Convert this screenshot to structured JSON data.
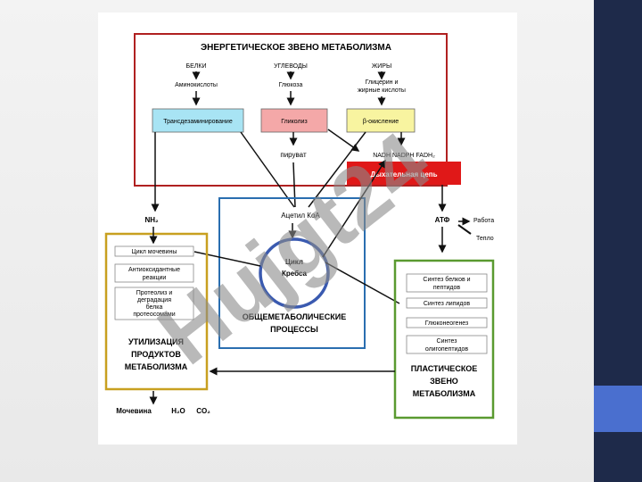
{
  "diagram": {
    "energy_title": "ЭНЕРГЕТИЧЕСКОЕ ЗВЕНО МЕТАБОЛИЗМА",
    "col_proteins": "БЕЛКИ",
    "col_carbs": "УГЛЕВОДЫ",
    "col_fats": "ЖИРЫ",
    "amino_acids": "Аминокислоты",
    "glucose": "Глюкоза",
    "glycerol_1": "Глицерин и",
    "glycerol_2": "жирные кислоты",
    "transdeamination": "Трансдезаминирование",
    "glycolysis": "Гликолиз",
    "beta_oxidation": "β-окисление",
    "pyruvate": "пируват",
    "nadh": "NADH NADPH FADH₂",
    "respiratory_chain": "Дыхательная цепь",
    "nh2": "NH₂",
    "acetyl_coa": "Ацетил КоА",
    "atp": "АТФ",
    "work": "Работа",
    "heat": "Тепло",
    "urea_cycle": "Цикл мочевины",
    "antioxidant_1": "Антиоксидантные",
    "antioxidant_2": "реакции",
    "proteolysis_1": "Протеолиз и",
    "proteolysis_2": "деградация",
    "proteolysis_3": "белка",
    "proteolysis_4": "протеосомами",
    "krebs_1": "Цикл",
    "krebs_2": "Кребса",
    "general_1": "ОБЩЕМЕТАБОЛИЧЕСКИЕ",
    "general_2": "ПРОЦЕССЫ",
    "util_1": "УТИЛИЗАЦИЯ",
    "util_2": "ПРОДУКТОВ",
    "util_3": "МЕТАБОЛИЗМА",
    "synth_protein_1": "Синтез белков и",
    "synth_protein_2": "пептидов",
    "synth_lipid": "Синтез липидов",
    "gluconeogenesis": "Глюконеогенез",
    "synth_oligo_1": "Синтез",
    "synth_oligo_2": "олигопептидов",
    "plastic_1": "ПЛАСТИЧЕСКОЕ",
    "plastic_2": "ЗВЕНО",
    "plastic_3": "МЕТАБОЛИЗМА",
    "urea": "Мочевина",
    "water": "H₂O",
    "co2": "CO₂"
  },
  "watermark": "Hujgt24",
  "colors": {
    "energy_frame": "#b02020",
    "general_frame": "#2a6eb0",
    "util_frame": "#c8a020",
    "plastic_frame": "#5a9a30",
    "transdeamination_fill": "#a8e4f4",
    "glycolysis_fill": "#f4a8a8",
    "beta_fill": "#f8f4a0",
    "respiratory_fill": "#e01818",
    "krebs_ring": "#3a5ab0",
    "sidebar": "#1e2a4a",
    "sidebar_accent": "#4a6fcf"
  }
}
